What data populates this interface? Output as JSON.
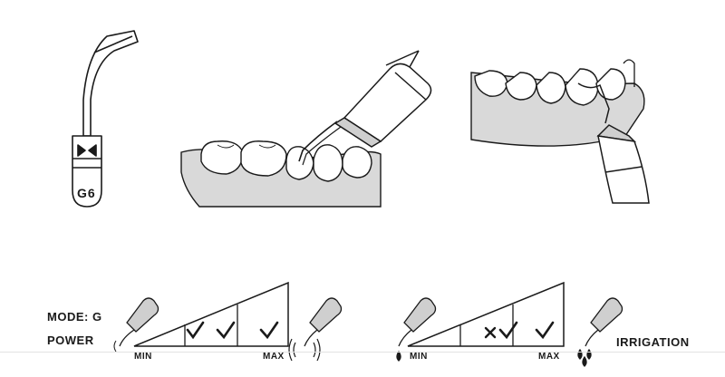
{
  "tip": {
    "code": "G6"
  },
  "controls": {
    "mode_label": "MODE: G",
    "power_label": "POWER",
    "irrigation_label": "IRRIGATION"
  },
  "power_scale": {
    "min_label": "MIN",
    "max_label": "MAX",
    "levels": [
      "ok",
      "ok",
      "ok"
    ]
  },
  "irrigation_scale": {
    "min_label": "MIN",
    "max_label": "MAX",
    "levels": [
      "not-recommended",
      "ok",
      "ok"
    ]
  },
  "colors": {
    "ink": "#1a1a1a",
    "gum": "#d9d9d9",
    "handpiece": "#cfcfcf",
    "divider": "#e3e3e3"
  }
}
